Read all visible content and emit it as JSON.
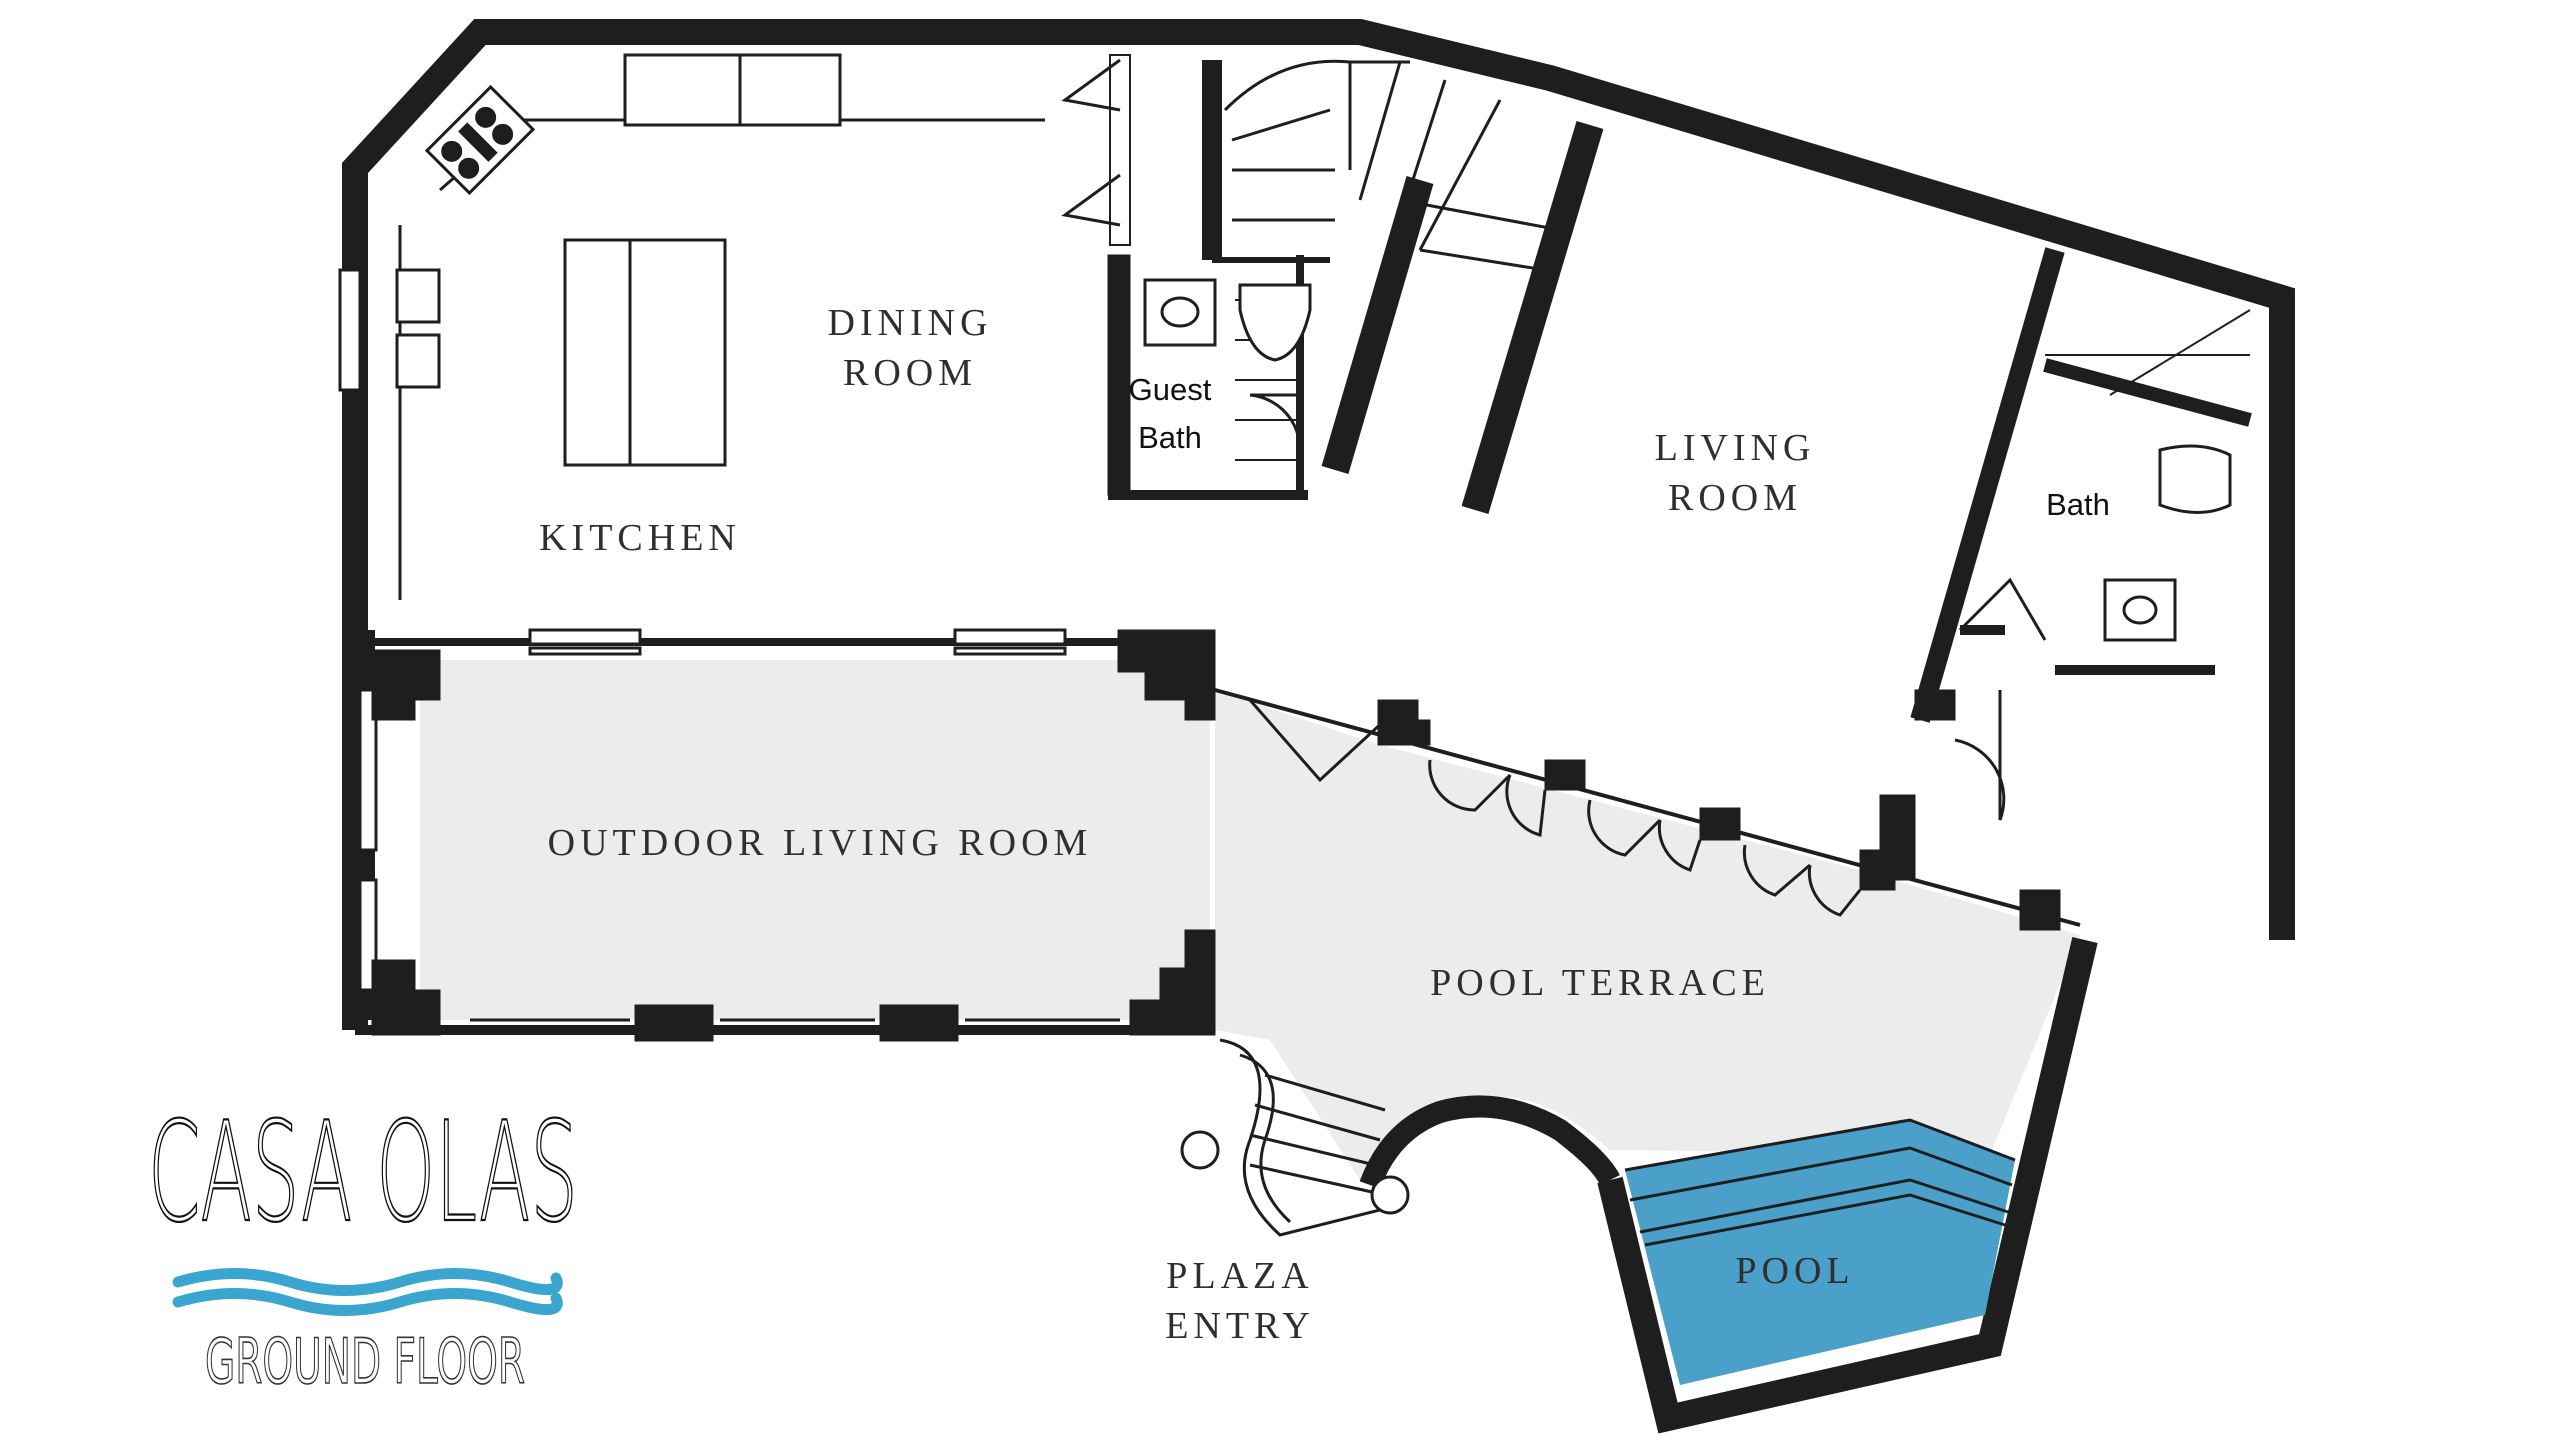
{
  "rooms": {
    "dining": [
      "DINING",
      "ROOM"
    ],
    "kitchen": "KITCHEN",
    "guest_bath": [
      "Guest",
      "Bath"
    ],
    "living": [
      "LIVING",
      "ROOM"
    ],
    "bath": "Bath",
    "outdoor_living": "OUTDOOR LIVING ROOM",
    "pool_terrace": "POOL TERRACE",
    "pool": "POOL",
    "plaza_entry": [
      "PLAZA",
      "ENTRY"
    ]
  },
  "brand": {
    "title": "CASA OLAS",
    "subtitle": "GROUND FLOOR",
    "wave_color": "#3aa6cf"
  },
  "colors": {
    "wall": "#1e1e1e",
    "terrace_floor": "#ececec",
    "pool_water": "#4aa0c8"
  }
}
